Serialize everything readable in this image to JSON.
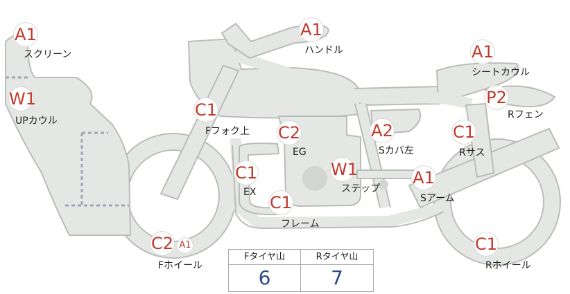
{
  "parts": [
    {
      "id": "screen",
      "name": "スクリーン",
      "rating": "A1"
    },
    {
      "id": "up-cowl",
      "name": "UPカウル",
      "rating": "W1"
    },
    {
      "id": "handle",
      "name": "ハンドル",
      "rating": "A1"
    },
    {
      "id": "f-fork-upper",
      "name": "Fフォク上",
      "rating": "C1"
    },
    {
      "id": "eg",
      "name": "EG",
      "rating": "C2"
    },
    {
      "id": "s-cover-left",
      "name": "Sカバ左",
      "rating": "A2"
    },
    {
      "id": "seat-cowl",
      "name": "シートカウル",
      "rating": "A1"
    },
    {
      "id": "r-fender",
      "name": "Rフェン",
      "rating": "P2"
    },
    {
      "id": "r-sus",
      "name": "Rサス",
      "rating": "C1"
    },
    {
      "id": "ex",
      "name": "EX",
      "rating": "C1"
    },
    {
      "id": "step",
      "name": "ステップ",
      "rating": "W1"
    },
    {
      "id": "s-arm",
      "name": "Sアーム",
      "rating": "A1"
    },
    {
      "id": "frame",
      "name": "フレーム",
      "rating": "C1"
    },
    {
      "id": "f-wheel",
      "name": "Fホイール",
      "rating": "C2",
      "rating_extra": "A1"
    },
    {
      "id": "r-wheel",
      "name": "Rホイール",
      "rating": "C1"
    }
  ],
  "tread_table": {
    "headers": [
      "Fタイヤ山",
      "Rタイヤ山"
    ],
    "values": [
      "6",
      "7"
    ]
  },
  "colors": {
    "part_fill": "#e5e7e4",
    "part_outline": "#b9bcb8",
    "rating_text": "#c0392b",
    "value_text": "#2c4a8a",
    "cowl_dotted": "#9da7b8"
  }
}
